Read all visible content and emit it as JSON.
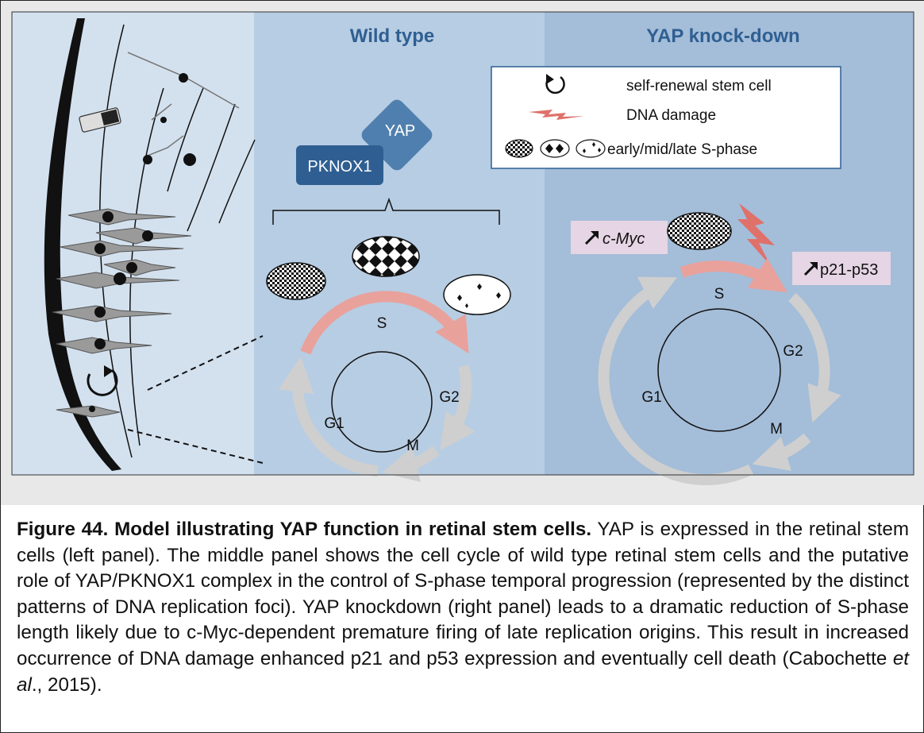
{
  "panels": {
    "wild_type_title": "Wild type",
    "knockdown_title": "YAP knock-down"
  },
  "complex": {
    "yap": "YAP",
    "pknox1": "PKNOX1"
  },
  "legend": {
    "self_renewal": "self-renewal stem cell",
    "dna_damage": "DNA damage",
    "s_phase": "early/mid/late S-phase"
  },
  "wild_type_cycle": {
    "s": "S",
    "g2": "G2",
    "m": "M",
    "g1": "G1"
  },
  "knockdown_cycle": {
    "s": "S",
    "g2": "G2",
    "m": "M",
    "g1": "G1",
    "cmyc": "c-Myc",
    "p21p53": "p21-p53"
  },
  "caption": {
    "title": "Figure 44. Model illustrating YAP function in retinal stem cells.",
    "body_1": " YAP is expressed in the retinal stem cells (left panel). The middle panel shows the cell cycle of wild type retinal stem cells and the putative role of YAP/PKNOX1 complex in the control of S-phase temporal progression (represented by the distinct patterns of DNA replication foci). YAP knockdown (right panel) leads to a dramatic reduction of S-phase length likely due to c-Myc-dependent premature firing of late replication origins. This result in increased occurrence of DNA damage enhanced p21 and p53 expression and eventually cell death (Cabochette ",
    "et_al": "et al",
    "body_2": "., 2015)."
  },
  "colors": {
    "panel_left": "#d3e1ef",
    "panel_middle": "#b7cde3",
    "panel_right": "#a4bdd9",
    "yap_box": "#4f7fae",
    "pknox1_box": "#2f5f92",
    "arrow_grey": "#cfcfcf",
    "arrow_s": "#e9a19c",
    "damage": "#e0706a",
    "label_bg": "#e6d5e4"
  }
}
